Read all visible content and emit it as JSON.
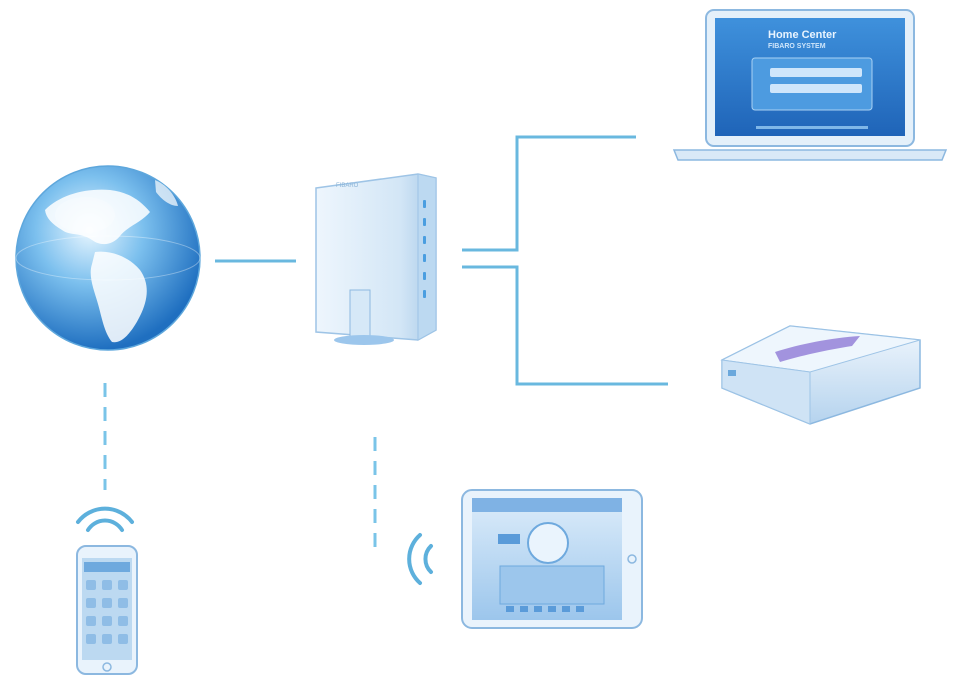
{
  "diagram": {
    "nodes": [
      {
        "id": "internet",
        "icon": "globe-icon"
      },
      {
        "id": "router",
        "icon": "router-icon",
        "label": "FIBARO"
      },
      {
        "id": "laptop",
        "icon": "laptop-icon",
        "screen_title": "Home Center",
        "screen_subtitle": "FIBARO SYSTEM"
      },
      {
        "id": "home-center",
        "icon": "home-center-icon"
      },
      {
        "id": "smartphone",
        "icon": "smartphone-icon"
      },
      {
        "id": "tablet",
        "icon": "tablet-icon"
      }
    ],
    "connections": [
      {
        "from": "internet",
        "to": "router",
        "style": "solid"
      },
      {
        "from": "router",
        "to": "laptop",
        "style": "solid"
      },
      {
        "from": "router",
        "to": "home-center",
        "style": "solid"
      },
      {
        "from": "internet",
        "to": "smartphone",
        "style": "dashed-wireless"
      },
      {
        "from": "router",
        "to": "tablet",
        "style": "dashed-wireless"
      }
    ],
    "colors": {
      "accent": "#69b8df",
      "device_body": "#d8e9f7",
      "screen": "#2f7fd0"
    }
  }
}
